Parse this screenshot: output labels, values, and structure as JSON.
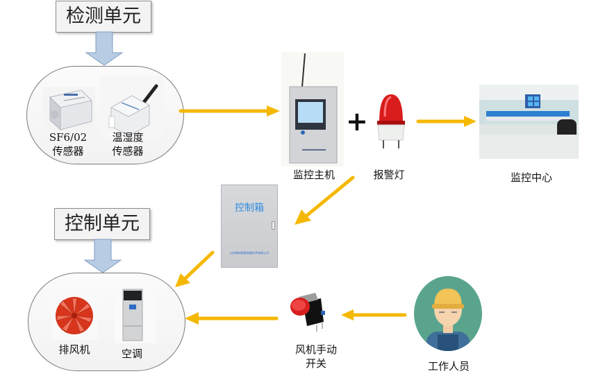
{
  "detection_unit": {
    "title": "检测单元",
    "devices": [
      {
        "name_line1": "SF6/02",
        "name_line2": "传感器",
        "icon": "sf6-sensor-icon"
      },
      {
        "name_line1": "温湿度",
        "name_line2": "传感器",
        "icon": "temp-humidity-sensor-icon"
      }
    ]
  },
  "monitor_host": {
    "label": "监控主机",
    "icon": "monitor-host-icon"
  },
  "plus_sign": "+",
  "alarm_light": {
    "label": "报警灯",
    "icon": "alarm-light-icon"
  },
  "monitor_center": {
    "label": "监控中心",
    "icon": "control-room-icon"
  },
  "control_box": {
    "label": "控制箱",
    "footer": "山东博派智能装备技术有限公司",
    "icon": "control-box-icon"
  },
  "control_unit": {
    "title": "控制单元",
    "devices": [
      {
        "name": "排风机",
        "icon": "exhaust-fan-icon"
      },
      {
        "name": "空调",
        "icon": "air-conditioner-icon"
      }
    ]
  },
  "fan_switch": {
    "label_line1": "风机手动",
    "label_line2": "开关",
    "icon": "push-button-switch-icon"
  },
  "worker": {
    "label": "工作人员",
    "icon": "worker-icon"
  },
  "colors": {
    "arrow": "#f5b800",
    "block_arrow": "#b8cde4",
    "block_arrow_border": "#7f9cbf",
    "worker_bg": "#5aa48e"
  }
}
